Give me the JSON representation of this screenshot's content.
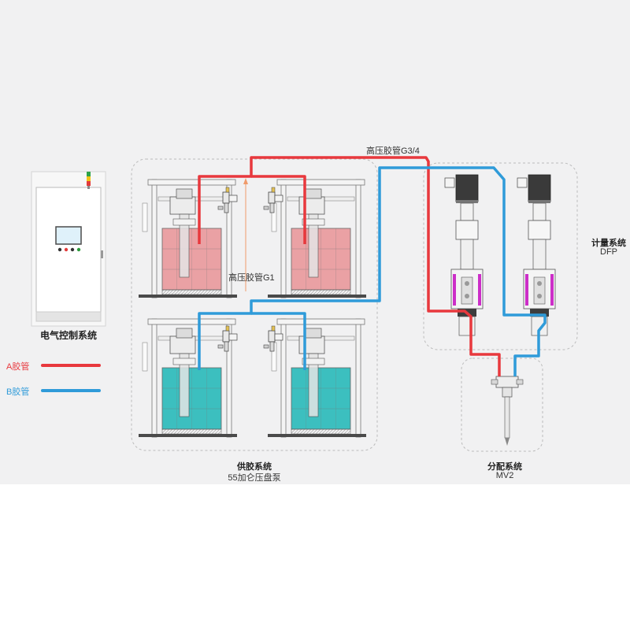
{
  "colors": {
    "background": "#f1f1f2",
    "line_a": "#e8383d",
    "line_b": "#2f9bd9",
    "drum_a": "#eaa1a4",
    "drum_b": "#3cbfbf",
    "valve_magenta": "#cc2ec8",
    "motor": "#3a3a3a"
  },
  "legend": {
    "a_hose": "A胶管",
    "b_hose": "B胶管"
  },
  "labels": {
    "electrical": "电气控制系统",
    "supply_title": "供胶系统",
    "supply_sub": "55加仑压盘泵",
    "metering_title": "计量系统",
    "metering_sub": "DFP",
    "dispense_title": "分配系统",
    "dispense_sub": "MV2",
    "hose_g34": "高压胶管G3/4",
    "hose_g1": "高压胶管G1"
  }
}
